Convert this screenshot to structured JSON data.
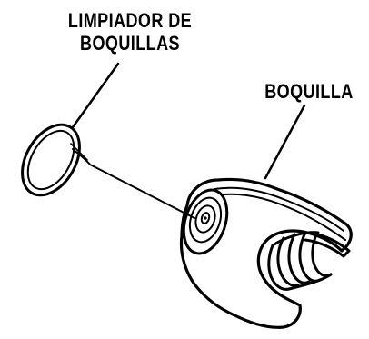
{
  "labels": {
    "cleaner_line1": "LIMPIADOR DE",
    "cleaner_line2": "BOQUILLAS",
    "nozzle": "BOQUILLA"
  },
  "colors": {
    "ink": "#000000",
    "background": "#ffffff"
  }
}
